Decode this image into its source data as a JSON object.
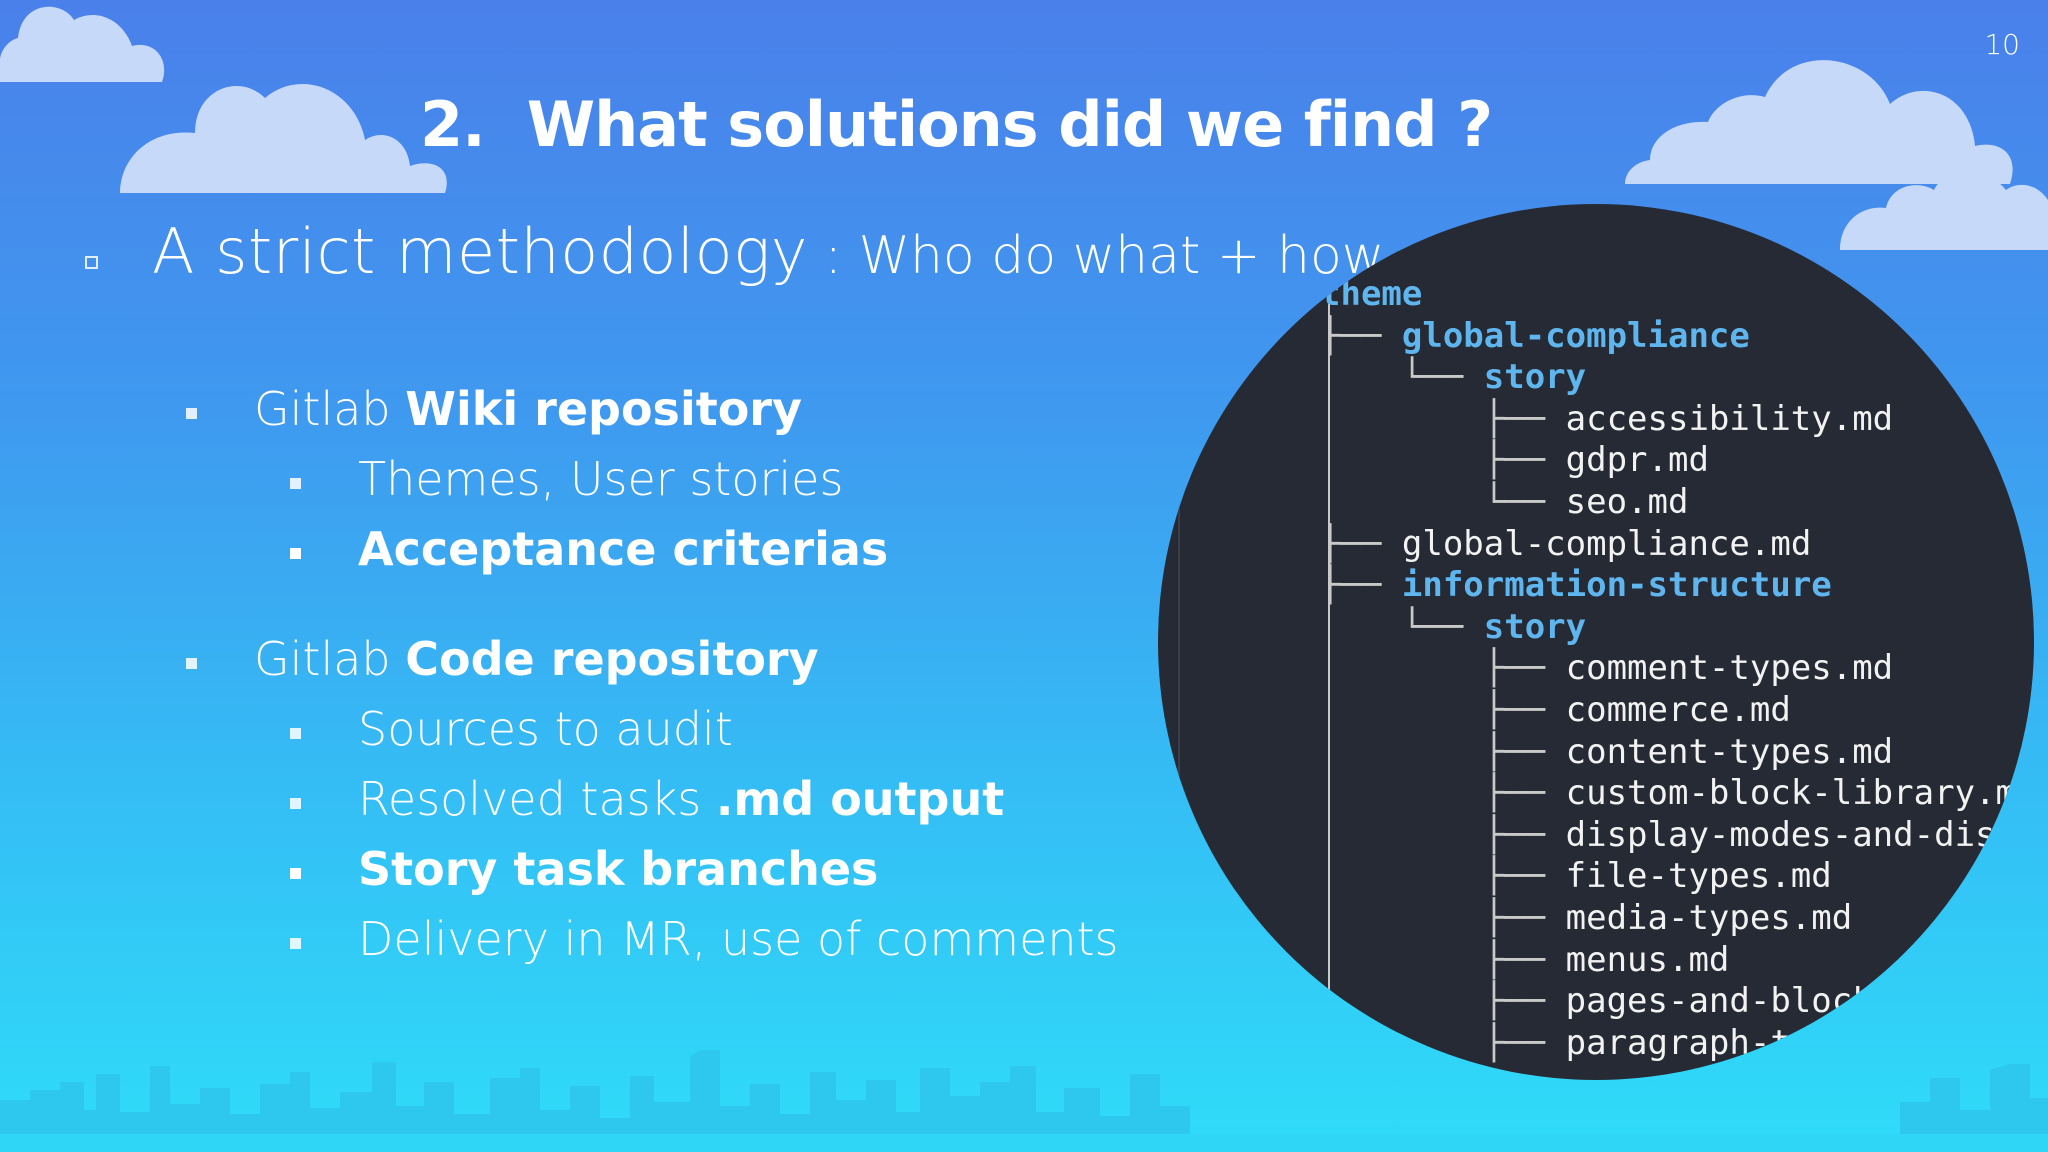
{
  "slide_number": "10",
  "title": {
    "number": "2.",
    "text": "What solutions did we find ?"
  },
  "methodology": {
    "main": "A strict methodology",
    "sub": " : Who do what + how"
  },
  "sections": [
    {
      "prefix": "Gitlab ",
      "bold": "Wiki repository",
      "items": [
        {
          "text": "Themes, User stories",
          "emphasis": false
        },
        {
          "text": "Acceptance criterias",
          "emphasis": true
        }
      ]
    },
    {
      "prefix": "Gitlab ",
      "bold": "Code repository",
      "items": [
        {
          "text": "Sources to audit",
          "emphasis": false
        },
        {
          "text": "Resolved tasks ",
          "bold": ".md output",
          "emphasis": false
        },
        {
          "text": "Story task branches",
          "emphasis": true
        },
        {
          "text": "Delivery in MR, use of comments",
          "emphasis": false
        }
      ]
    }
  ],
  "tree": [
    {
      "prefix": "",
      "name": "theme",
      "type": "dir"
    },
    {
      "prefix": "├── ",
      "name": "global-compliance",
      "type": "dir"
    },
    {
      "prefix": "    └── ",
      "name": "story",
      "type": "dir"
    },
    {
      "prefix": "        ├── ",
      "name": "accessibility.md",
      "type": "file"
    },
    {
      "prefix": "        ├── ",
      "name": "gdpr.md",
      "type": "file"
    },
    {
      "prefix": "        └── ",
      "name": "seo.md",
      "type": "file"
    },
    {
      "prefix": "├── ",
      "name": "global-compliance.md",
      "type": "file"
    },
    {
      "prefix": "├── ",
      "name": "information-structure",
      "type": "dir"
    },
    {
      "prefix": "    └── ",
      "name": "story",
      "type": "dir"
    },
    {
      "prefix": "        ├── ",
      "name": "comment-types.md",
      "type": "file"
    },
    {
      "prefix": "        ├── ",
      "name": "commerce.md",
      "type": "file"
    },
    {
      "prefix": "        ├── ",
      "name": "content-types.md",
      "type": "file"
    },
    {
      "prefix": "        ├── ",
      "name": "custom-block-library.md",
      "type": "file"
    },
    {
      "prefix": "        ├── ",
      "name": "display-modes-and-displ",
      "type": "file"
    },
    {
      "prefix": "        ├── ",
      "name": "file-types.md",
      "type": "file"
    },
    {
      "prefix": "        ├── ",
      "name": "media-types.md",
      "type": "file"
    },
    {
      "prefix": "        ├── ",
      "name": "menus.md",
      "type": "file"
    },
    {
      "prefix": "        ├── ",
      "name": "pages-and-block",
      "type": "file"
    },
    {
      "prefix": "        ├── ",
      "name": "paragraph-t",
      "type": "file"
    }
  ]
}
